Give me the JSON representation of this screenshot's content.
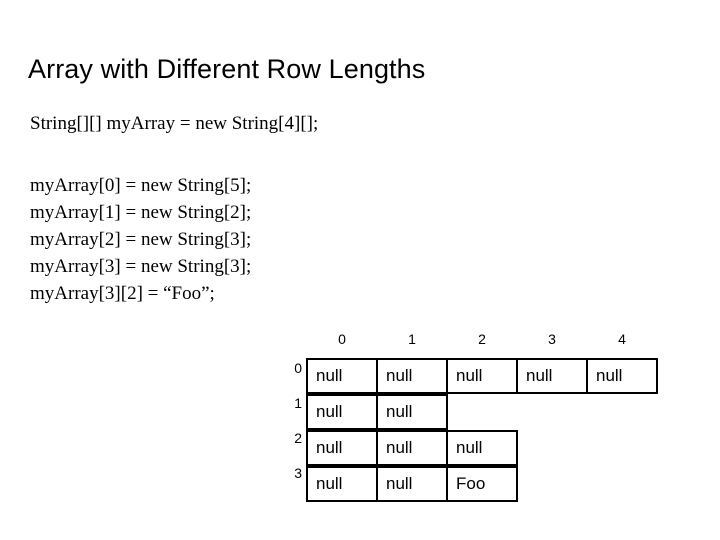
{
  "slide": {
    "title": "Array with Different Row Lengths",
    "code": {
      "declaration": "String[][] myArray = new String[4][];",
      "assignments": [
        "myArray[0] = new String[5];",
        "myArray[1] = new String[2];",
        "myArray[2] = new String[3];",
        "myArray[3] = new String[3];",
        "myArray[3][2] = “Foo”;"
      ]
    },
    "array_figure": {
      "column_headers": [
        "0",
        "1",
        "2",
        "3",
        "4"
      ],
      "row_headers": [
        "0",
        "1",
        "2",
        "3"
      ],
      "rows": [
        [
          "null",
          "null",
          "null",
          "null",
          "null"
        ],
        [
          "null",
          "null"
        ],
        [
          "null",
          "null",
          "null"
        ],
        [
          "null",
          "null",
          "Foo"
        ]
      ]
    },
    "colors": {
      "background": "#ffffff",
      "text": "#000000",
      "grid_border": "#000000"
    }
  }
}
